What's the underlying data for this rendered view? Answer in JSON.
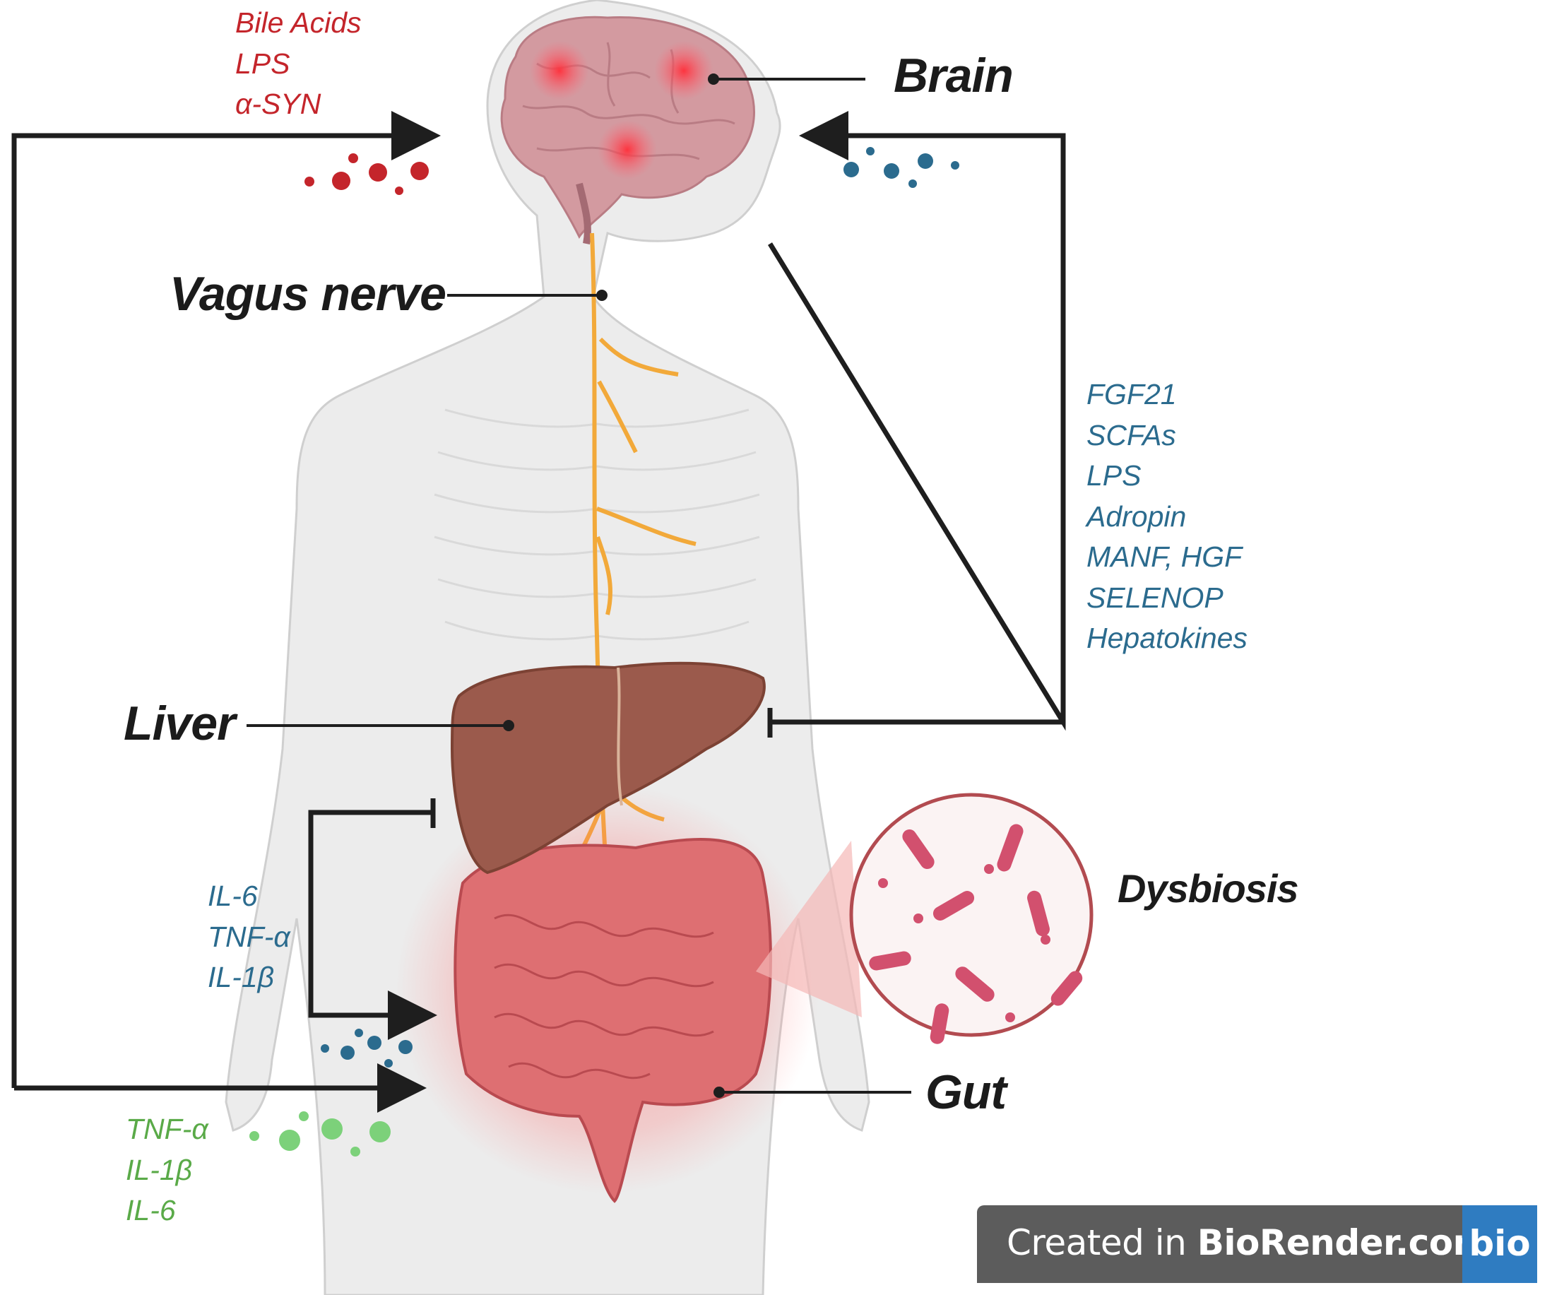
{
  "organs": {
    "brain": "Brain",
    "vagus": "Vagus nerve",
    "liver": "Liver",
    "gut": "Gut",
    "dysbiosis": "Dysbiosis"
  },
  "gut_to_brain_signals": [
    "Bile Acids",
    "LPS",
    "α-SYN"
  ],
  "liver_to_brain_signals": [
    "FGF21",
    "SCFAs",
    "LPS",
    "Adropin",
    "MANF, HGF",
    "SELENOP",
    "Hepatokines"
  ],
  "liver_to_gut_signals": [
    "IL-6",
    "TNF-α",
    "IL-1β"
  ],
  "brain_to_gut_signals": [
    "TNF-α",
    "IL-1β",
    "IL-6"
  ],
  "badge": {
    "prefix": "Created in ",
    "brand": "BioRender.com",
    "logo": "bio"
  },
  "colors": {
    "red_signal": "#c4252b",
    "blue_signal": "#2b6b8e",
    "green_signal": "#5aaa48",
    "arrow": "#1e1e1e",
    "liver": "#9b5a4c",
    "gut": "#de6f72",
    "vagus_nerve": "#f2a93a",
    "body_silhouette": "#ececec"
  }
}
